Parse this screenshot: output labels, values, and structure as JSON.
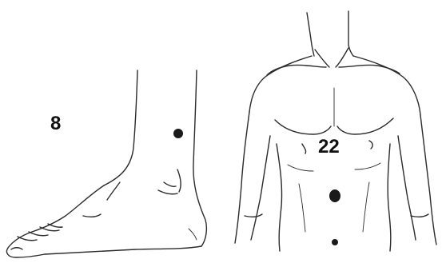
{
  "panels": [
    {
      "id": "foot",
      "label": "8",
      "subject": "foot-ankle",
      "points": 1
    },
    {
      "id": "torso",
      "label": "22",
      "subject": "torso",
      "points": 2
    }
  ],
  "colors": {
    "line": "#2b2b2b",
    "point": "#1a1a1a",
    "background": "#ffffff"
  }
}
